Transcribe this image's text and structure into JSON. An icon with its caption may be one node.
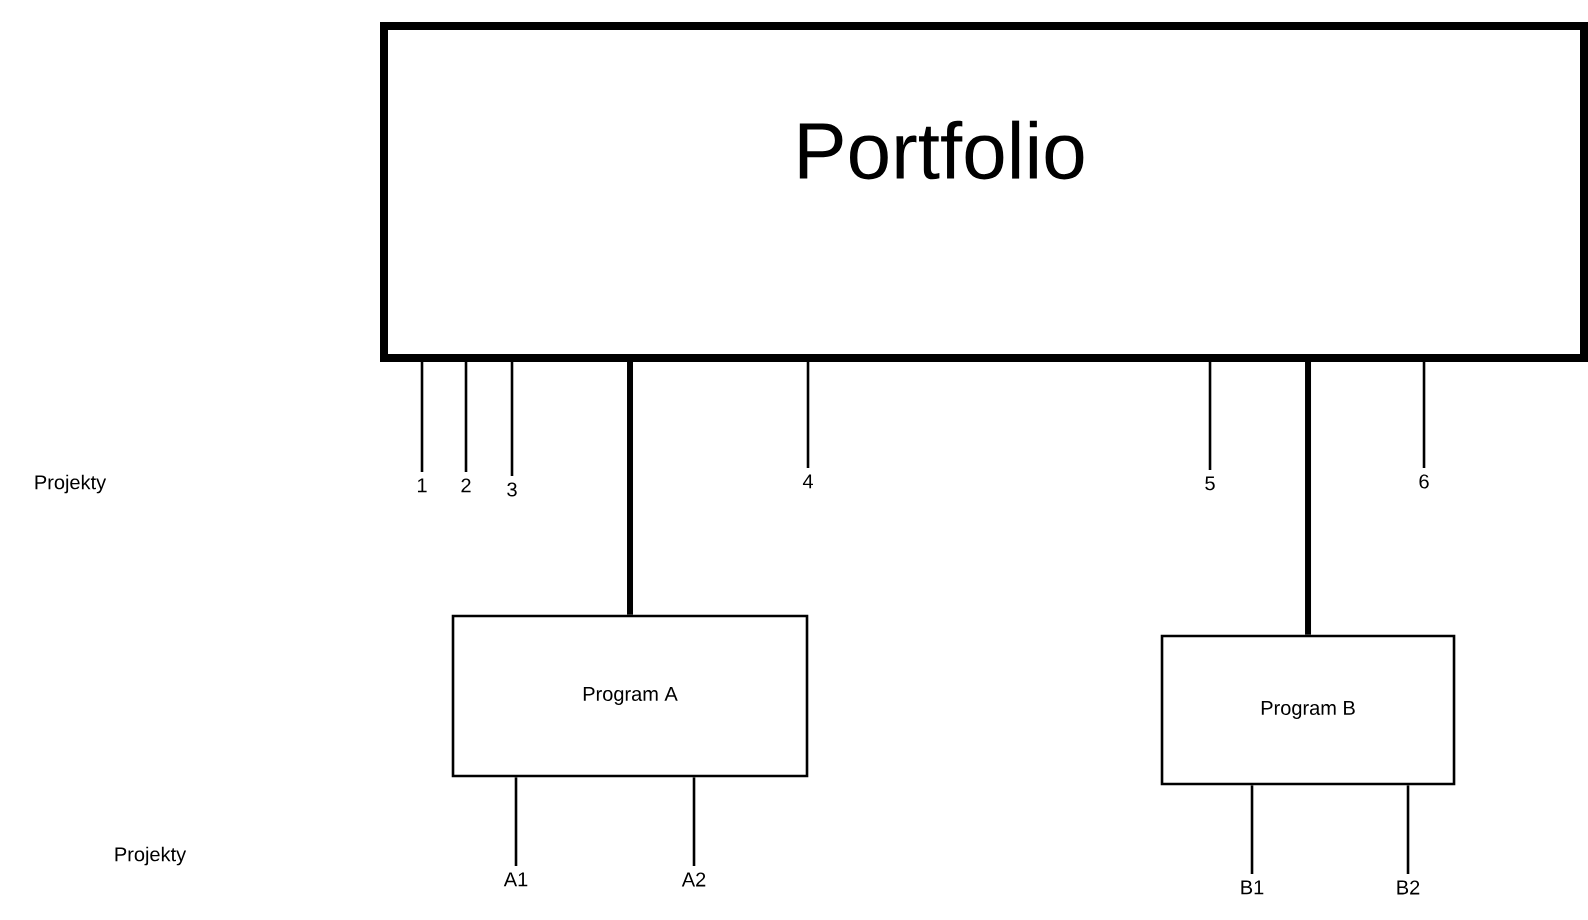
{
  "diagram": {
    "nodes": [
      {
        "text": [
          "Portfolio"
        ]
      },
      {
        "text": [
          "1"
        ]
      },
      {
        "text": [
          "2"
        ]
      },
      {
        "text": [
          "3"
        ]
      },
      {
        "text": [
          "4"
        ]
      },
      {
        "text": [
          "5"
        ]
      },
      {
        "text": [
          "6"
        ]
      },
      {
        "text": [
          "Program A"
        ]
      },
      {
        "text": [
          "Program B"
        ]
      },
      {
        "text": [
          "A1"
        ]
      },
      {
        "text": [
          "A2"
        ]
      },
      {
        "text": [
          "B1"
        ]
      },
      {
        "text": [
          "B2"
        ]
      }
    ],
    "edges": [
      {
        "from": 0,
        "to": 1,
        "arrow": "none"
      },
      {
        "from": 0,
        "to": 2,
        "arrow": "none"
      },
      {
        "from": 0,
        "to": 3,
        "arrow": "none"
      },
      {
        "from": 0,
        "to": 4,
        "arrow": "none"
      },
      {
        "from": 0,
        "to": 5,
        "arrow": "none"
      },
      {
        "from": 0,
        "to": 6,
        "arrow": "none"
      },
      {
        "from": 0,
        "to": 7,
        "arrow": "none",
        "style": "thick"
      },
      {
        "from": 0,
        "to": 8,
        "arrow": "none",
        "style": "thick"
      },
      {
        "from": 7,
        "to": 9,
        "arrow": "none"
      },
      {
        "from": 7,
        "to": 10,
        "arrow": "none"
      },
      {
        "from": 8,
        "to": 11,
        "arrow": "none"
      },
      {
        "from": 8,
        "to": 12,
        "arrow": "none"
      }
    ],
    "labels": [
      "Projekty",
      "Projekty"
    ]
  }
}
